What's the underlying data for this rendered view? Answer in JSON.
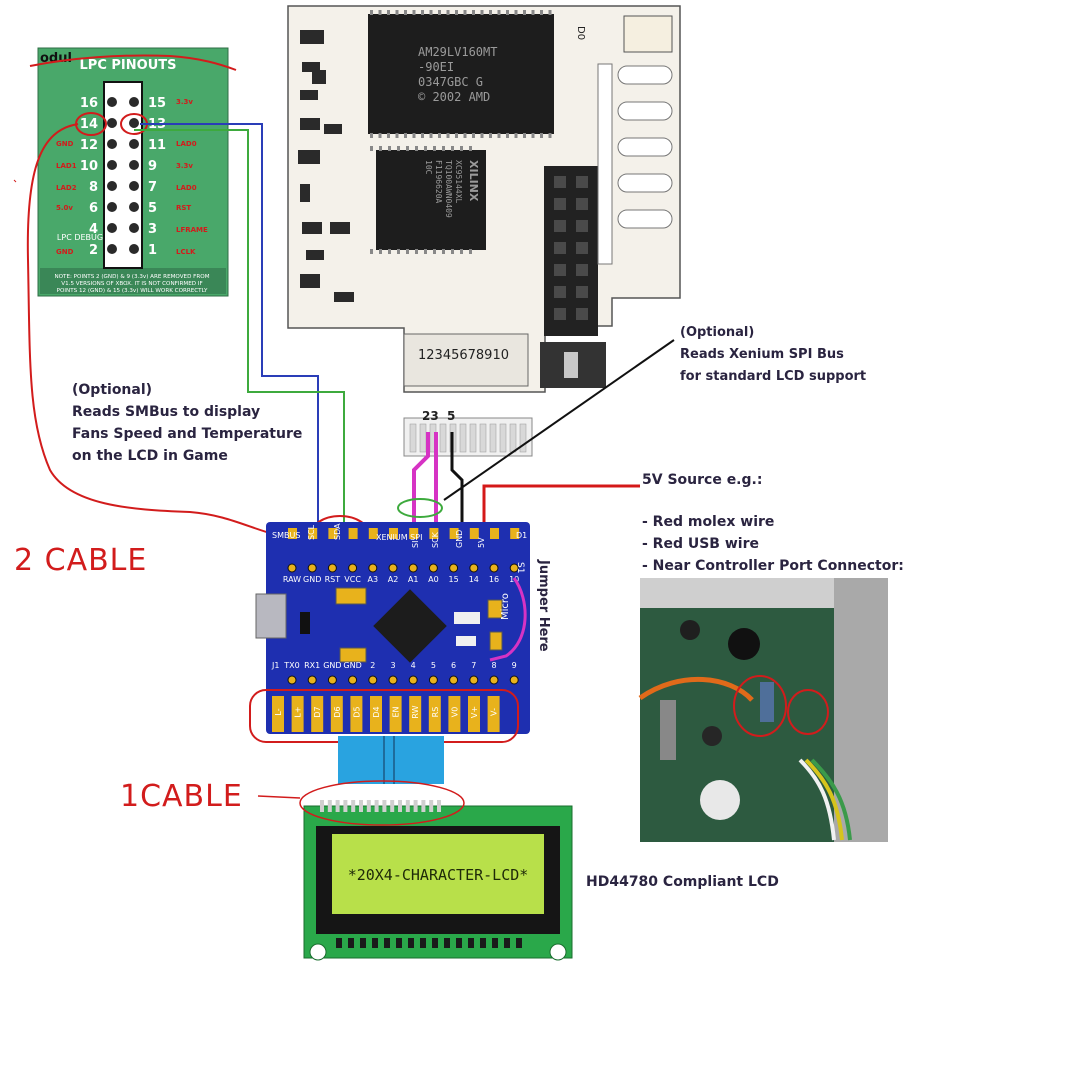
{
  "lpc": {
    "title": "LPC PINOUTS",
    "partial_word": "odul",
    "left_numbers": [
      "16",
      "14",
      "12",
      "10",
      "8",
      "6",
      "4",
      "2"
    ],
    "right_numbers": [
      "15",
      "13",
      "11",
      "9",
      "7",
      "5",
      "3",
      "1"
    ],
    "left_labels": [
      "GND",
      "LAD1",
      "LAD2",
      "5.0v",
      "GND"
    ],
    "right_labels": [
      "3.3v",
      "LAD0",
      "3.3v",
      "LAD0",
      "RST",
      "LFRAME",
      "LCLK"
    ],
    "debug_label": "LPC DEBUG",
    "note_lines": [
      "NOTE: POINTS 2 (GND) & 9 (3.3v) ARE REMOVED FROM",
      "V1.5 VERSIONS OF XBOX. IT IS NOT CONFIRMED IF",
      "POINTS 12 (GND) & 15 (3.3v) WILL WORK CORRECTLY"
    ]
  },
  "xenium": {
    "chip_main": [
      "AM29LV160MT",
      "-90EI",
      "0347GBC G",
      "© 2002 AMD"
    ],
    "chip_cpld": [
      "XC95144XL",
      "TQ100AWN0409",
      "F1196620A",
      "10C"
    ],
    "cpld_brand": "XILINX",
    "connector_numbers": "12345678910",
    "d0_label": "D0"
  },
  "spi_header": {
    "label": "23  5"
  },
  "arduino": {
    "top_labels": [
      "SMBUS",
      "SCL",
      "SDA",
      "XENIUM SPI",
      "SI",
      "SCK",
      "GND",
      "5V",
      "D1"
    ],
    "row2_labels": [
      "RAW",
      "GND",
      "RST",
      "VCC",
      "A3",
      "A2",
      "A1",
      "A0",
      "15",
      "14",
      "16",
      "10"
    ],
    "row3_labels": [
      "TX0",
      "RX1",
      "GND",
      "GND",
      "2",
      "3",
      "4",
      "5",
      "6",
      "7",
      "8",
      "9"
    ],
    "side_labels": [
      "J1",
      "Micro",
      "S1"
    ],
    "lcd_pin_labels": [
      "L-",
      "L+",
      "D7",
      "D6",
      "D5",
      "D4",
      "EN",
      "RW",
      "RS",
      "V0",
      "V+",
      "V-"
    ]
  },
  "annotations": {
    "smbus_note": [
      "(Optional)",
      "Reads SMBus to display",
      "Fans Speed and Temperature",
      "on the LCD in Game"
    ],
    "spi_note": [
      "(Optional)",
      "Reads Xenium SPI Bus",
      "for standard LCD support"
    ],
    "power_note": [
      "5V Source e.g.:",
      "",
      "- Red molex wire",
      "- Red USB wire",
      "- Near Controller Port Connector:"
    ],
    "jumper_label": "Jumper Here",
    "lcd_caption": "HD44780 Compliant LCD",
    "cable2": "2 CABLE",
    "cable1": "1CABLE"
  },
  "lcd": {
    "screen_text": "*20X4-CHARACTER-LCD*"
  },
  "colors": {
    "wire_red": "#d41818",
    "wire_blue": "#2a3db8",
    "wire_green": "#3daa3d",
    "wire_magenta": "#d633c4",
    "wire_black": "#111111",
    "pcb_blue": "#1e2fb0",
    "pad_gold": "#e8b21c",
    "lcd_green": "#b8e04a",
    "lpc_green": "#49a86a",
    "hand_red": "#d21c1c",
    "text_dark": "#2a2440"
  }
}
